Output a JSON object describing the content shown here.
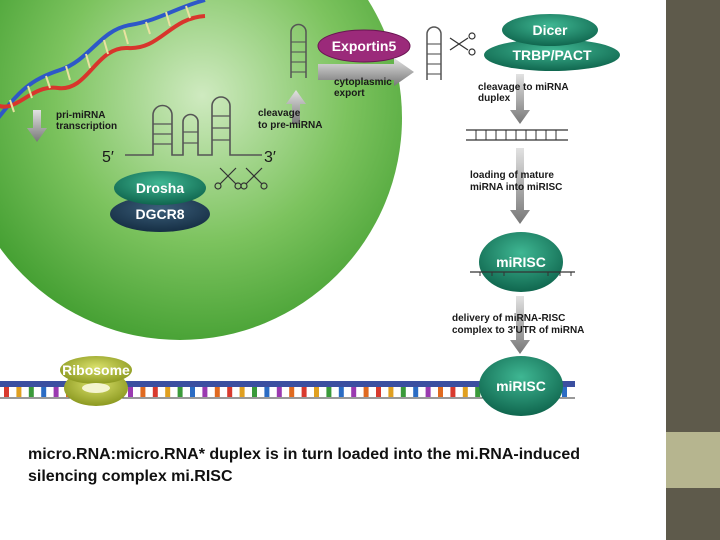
{
  "diagram": {
    "labels": {
      "pri_mirna_transcription": [
        "pri-miRNA",
        "transcription"
      ],
      "five_prime": "5′",
      "three_prime": "3′",
      "cleavage_pre": [
        "cleavage",
        "to pre-miRNA"
      ],
      "cytoplasmic_export": [
        "cytoplasmic",
        "export"
      ],
      "cleavage_duplex": [
        "cleavage to miRNA",
        "duplex"
      ],
      "loading": [
        "loading of mature",
        "miRNA into miRISC"
      ],
      "delivery": [
        "delivery of miRNA-RISC",
        "complex to 3′UTR of miRNA"
      ]
    },
    "proteins": {
      "drosha": "Drosha",
      "dgcr8": "DGCR8",
      "exportin5": "Exportin5",
      "dicer": "Dicer",
      "trbp_pact": "TRBP/PACT",
      "mirisc_1": "miRISC",
      "mirisc_2": "miRISC",
      "ribosome": "Ribosome"
    },
    "colors": {
      "nucleus": "#52b23c",
      "protein_teal": "#157f60",
      "exportin": "#9b2a7a",
      "ribosome": "#a4b325",
      "arrow": "#8a8a8a"
    }
  },
  "caption": "micro.RNA:micro.RNA* duplex is in turn loaded into the mi.RNA-induced silencing complex mi.RISC"
}
